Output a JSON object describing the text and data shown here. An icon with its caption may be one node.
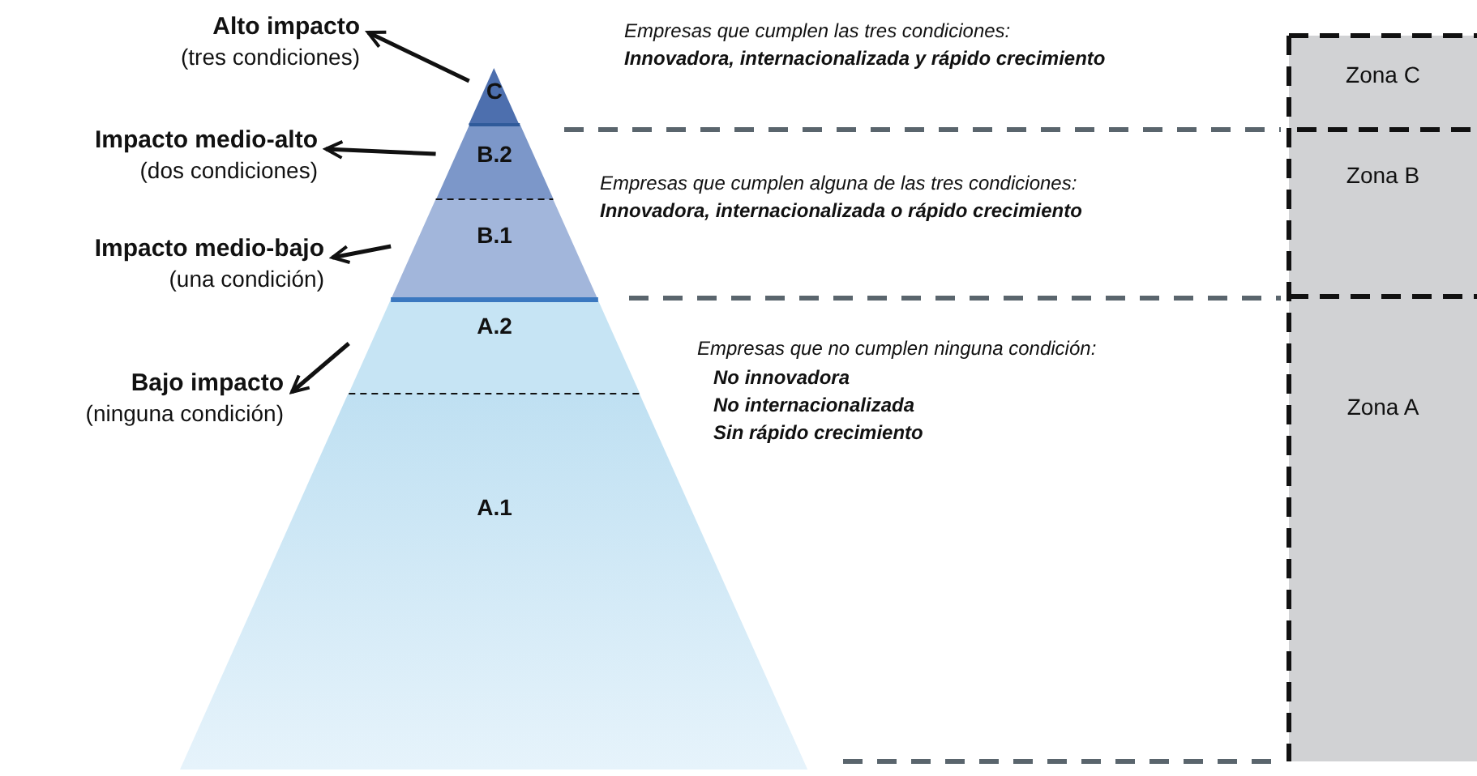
{
  "diagram": {
    "nodes": [
      {
        "text": [
          "Alto impacto",
          "(tres condiciones)"
        ]
      },
      {
        "text": [
          "C"
        ]
      },
      {
        "text": [
          "Zona C"
        ]
      },
      {
        "text": [
          "Impacto medio-alto",
          "(dos condiciones)"
        ]
      },
      {
        "text": [
          "B.2"
        ]
      },
      {
        "text": [
          "Zona B"
        ]
      },
      {
        "text": [
          "B.1"
        ]
      },
      {
        "text": [
          "Impacto medio-bajo",
          "(una condición)"
        ]
      },
      {
        "text": [
          "A.2"
        ]
      },
      {
        "text": [
          "Zona A"
        ]
      },
      {
        "text": [
          "Bajo impacto",
          "(ninguna condición)"
        ]
      },
      {
        "text": [
          "A.1"
        ]
      }
    ],
    "edges": [
      {
        "from": 1,
        "to": 0,
        "arrow": "to"
      },
      {
        "from": 4,
        "to": 3,
        "arrow": "to"
      },
      {
        "from": 6,
        "to": 7,
        "arrow": "to"
      },
      {
        "from": 8,
        "to": 10,
        "arrow": "to"
      }
    ],
    "labels": [
      "Empresas que cumplen las tres condiciones:",
      "Innovadora, internacionalizada y rápido crecimiento",
      "Empresas que cumplen alguna de las tres condiciones:",
      "Innovadora, internacionalizada o rápido crecimiento",
      "Empresas que no  cumplen ninguna condición:",
      "No innovadora",
      "No internacionalizada",
      "Sin rápido crecimiento"
    ]
  }
}
